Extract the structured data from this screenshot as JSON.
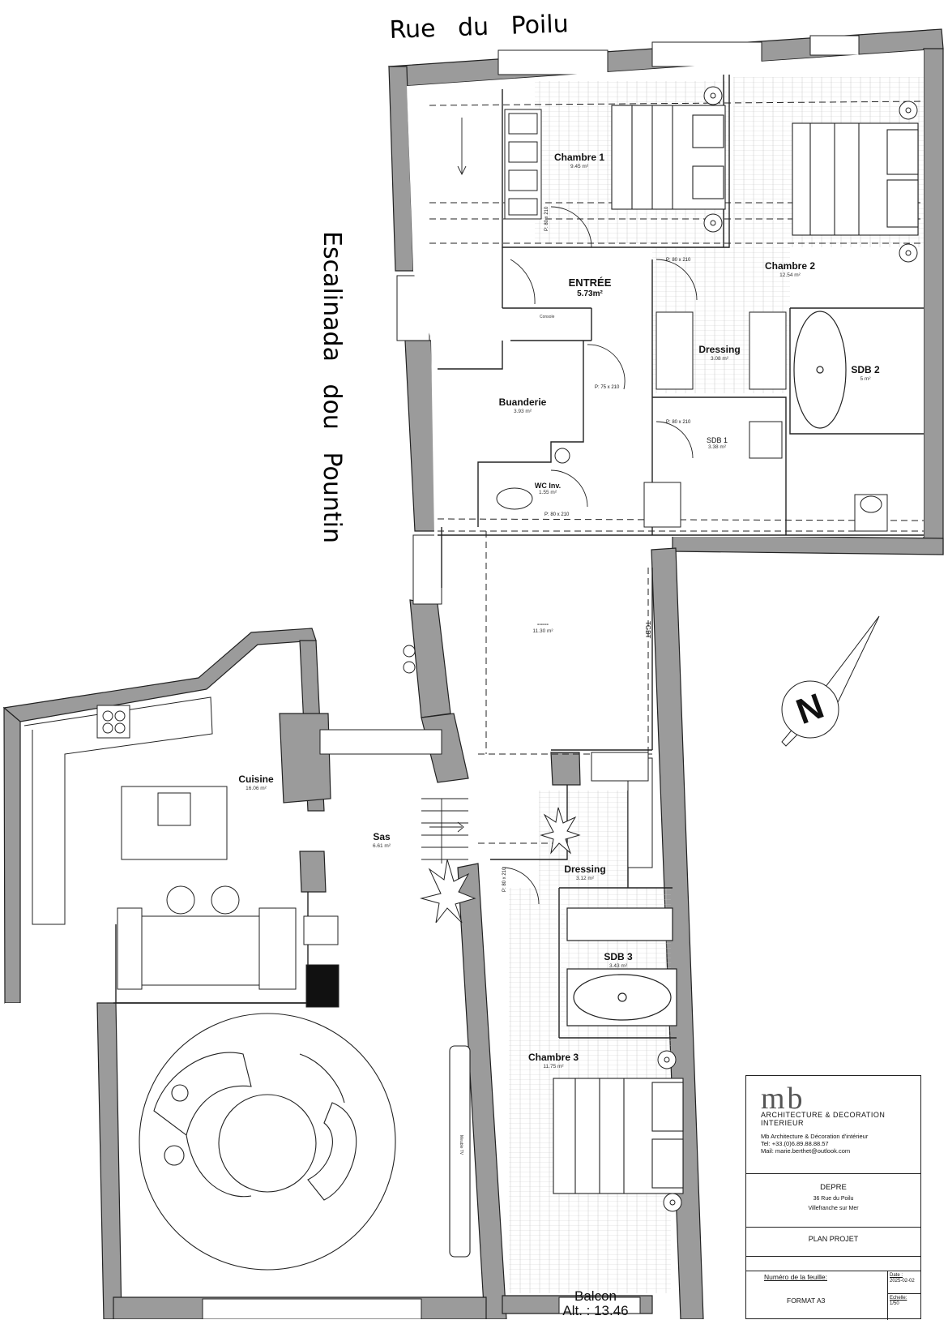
{
  "streets": {
    "top": "Rue du Poilu",
    "side": "Escalinada dou Pountin"
  },
  "rooms": {
    "chambre1": {
      "name": "Chambre 1",
      "area": "9.45 m²"
    },
    "chambre2": {
      "name": "Chambre 2",
      "area": "12.54 m²"
    },
    "entree": {
      "name": "ENTRÉE",
      "area": "5.73m²"
    },
    "dressing1": {
      "name": "Dressing",
      "area": "3.08 m²"
    },
    "sdb2": {
      "name": "SDB 2",
      "area": "5 m²"
    },
    "buanderie": {
      "name": "Buanderie",
      "area": "3.93 m²"
    },
    "sdb1": {
      "name": "SDB 1",
      "area": "3.38 m²"
    },
    "wc": {
      "name": "WC Inv.",
      "area": "1.55 m²"
    },
    "couloir": {
      "name": "------",
      "area": "11.30 m²"
    },
    "cuisine": {
      "name": "Cuisine",
      "area": "16.06 m²"
    },
    "sas": {
      "name": "Sas",
      "area": "6.61 m²"
    },
    "dressing2": {
      "name": "Dressing",
      "area": "3.12 m²"
    },
    "sdb3": {
      "name": "SDB 3",
      "area": "3.43 m²"
    },
    "chambre3": {
      "name": "Chambre 3",
      "area": "11.75 m²"
    }
  },
  "doors": {
    "d1": "P: 80 x 210",
    "d2": "P: 80 x 210",
    "d3": "P: 75 x 210",
    "d4": "P: 80 x 210",
    "d5": "P: 80 x 210",
    "d6": "P: 80 x 210"
  },
  "labels": {
    "console": "Console",
    "tgbt": "TGBT",
    "meuble_tv": "Meuble TV",
    "balcon": "Balcon",
    "altitude": "Alt. : 13.46"
  },
  "compass": {
    "letter": "N"
  },
  "title_block": {
    "logo": "mb",
    "studio": "ARCHITECTURE & DECORATION INTERIEUR",
    "company": "Mb Architecture & Décoration d'intérieur",
    "tel": "Tel:  +33.(0)6.89.88.88.57",
    "mail": "Mail:  marie.berthet@outlook.com",
    "client": "DEPRE",
    "address1": "36 Rue du Poilu",
    "address2": "Villefranche sur Mer",
    "plan_title": "PLAN PROJET",
    "sheet_label": "Numéro de la feuille:",
    "format": "FORMAT A3",
    "date_label": "Date :",
    "date": "2025-02-02",
    "scale_label": "Echelle:",
    "scale": "1/50"
  }
}
